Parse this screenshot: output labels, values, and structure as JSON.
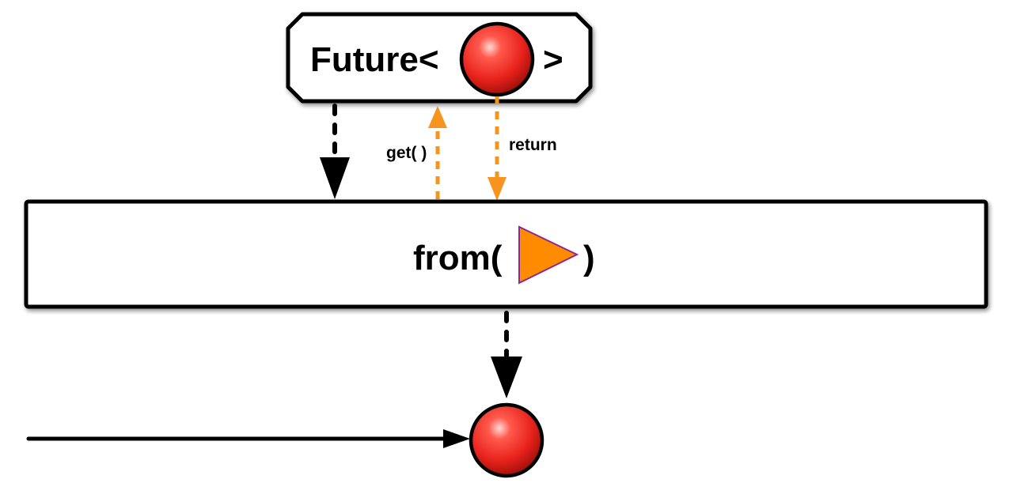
{
  "future_box": {
    "prefix": "Future<",
    "suffix": ">"
  },
  "calls": {
    "get_label": "get( )",
    "return_label": "return"
  },
  "operator_box": {
    "prefix": "from(",
    "suffix": ")"
  },
  "colors": {
    "ball_red": "#e8231c",
    "arrow_orange": "#f7941d",
    "triangle_fill": "#ff8c00",
    "triangle_stroke": "#8e2a8e",
    "line_black": "#000000"
  }
}
